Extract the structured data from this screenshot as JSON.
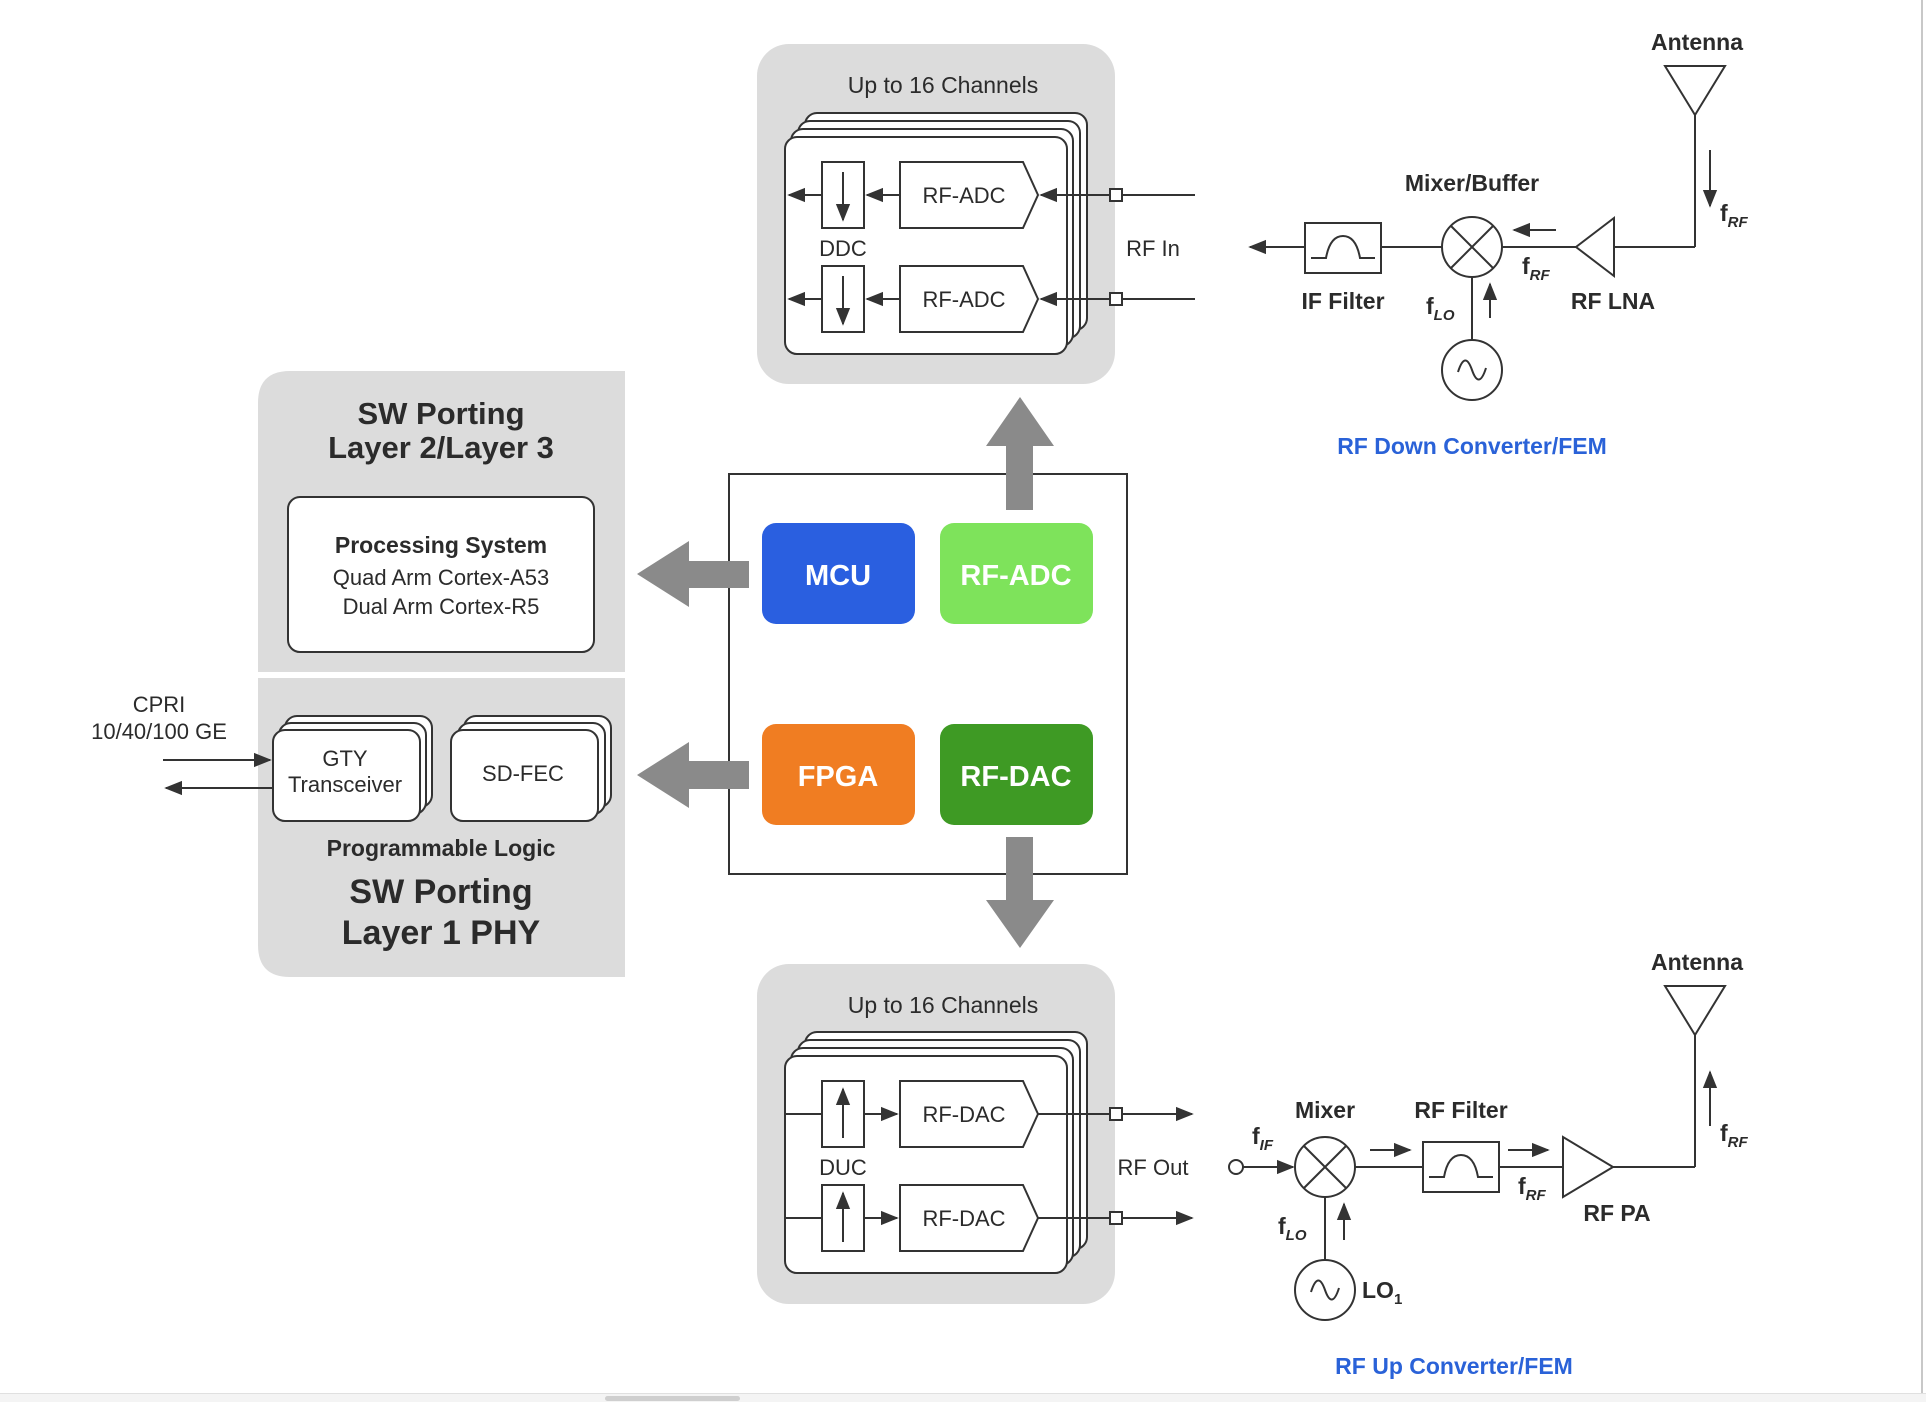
{
  "downconv": {
    "channels_title": "Up to 16 Channels",
    "adc_label": "RF-ADC",
    "ddc_label": "DDC",
    "rf_in": "RF In",
    "if_filter": "IF Filter",
    "mixer_buffer": "Mixer/Buffer",
    "rf_lna": "RF LNA",
    "antenna": "Antenna",
    "f_rf_main": "f",
    "f_rf_sub": "RF",
    "f_lo_main": "f",
    "f_lo_sub": "LO",
    "caption": "RF Down Converter/FEM"
  },
  "upconv": {
    "channels_title": "Up to 16 Channels",
    "dac_label": "RF-DAC",
    "duc_label": "DUC",
    "rf_out": "RF Out",
    "mixer": "Mixer",
    "rf_filter": "RF Filter",
    "rf_pa": "RF PA",
    "antenna": "Antenna",
    "f_if_main": "f",
    "f_if_sub": "IF",
    "f_rf_main": "f",
    "f_rf_sub": "RF",
    "f_lo_main": "f",
    "f_lo_sub": "LO",
    "lo1_main": "LO",
    "lo1_sub": "1",
    "caption": "RF Up Converter/FEM"
  },
  "sw_layer23": {
    "title_line1": "SW Porting",
    "title_line2": "Layer 2/Layer 3",
    "ps_title": "Processing System",
    "ps_line1": "Quad Arm Cortex-A53",
    "ps_line2": "Dual Arm Cortex-R5"
  },
  "sw_layer1": {
    "gty_line1": "GTY",
    "gty_line2": "Transceiver",
    "sdfec": "SD-FEC",
    "pl_label": "Programmable Logic",
    "title_line1": "SW Porting",
    "title_line2": "Layer 1 PHY"
  },
  "cpri": {
    "line1": "CPRI",
    "line2": "10/40/100 GE"
  },
  "soc": {
    "mcu": "MCU",
    "rf_adc": "RF-ADC",
    "fpga": "FPGA",
    "rf_dac": "RF-DAC"
  },
  "colors": {
    "mcu": "#2a5fe0",
    "rf_adc": "#7ee35b",
    "fpga": "#f07d22",
    "rf_dac": "#3e9a24",
    "caption_blue": "#2a62d8",
    "panel_gray": "#dcdcdc",
    "arrow_gray": "#8a8a8a"
  }
}
